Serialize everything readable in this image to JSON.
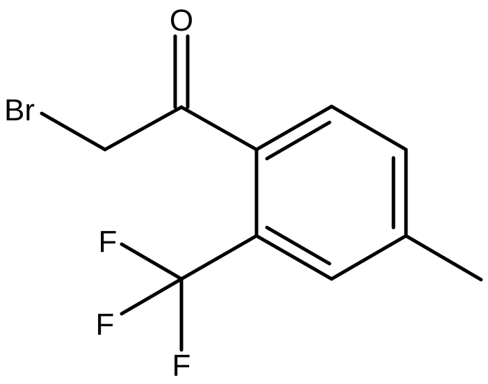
{
  "molecule": {
    "atoms": {
      "oxygen": "O",
      "bromine": "Br",
      "fluorine_1": "F",
      "fluorine_2": "F",
      "fluorine_3": "F"
    },
    "colors": {
      "bond": "#000000",
      "label": "#000000",
      "background": "#ffffff"
    }
  }
}
